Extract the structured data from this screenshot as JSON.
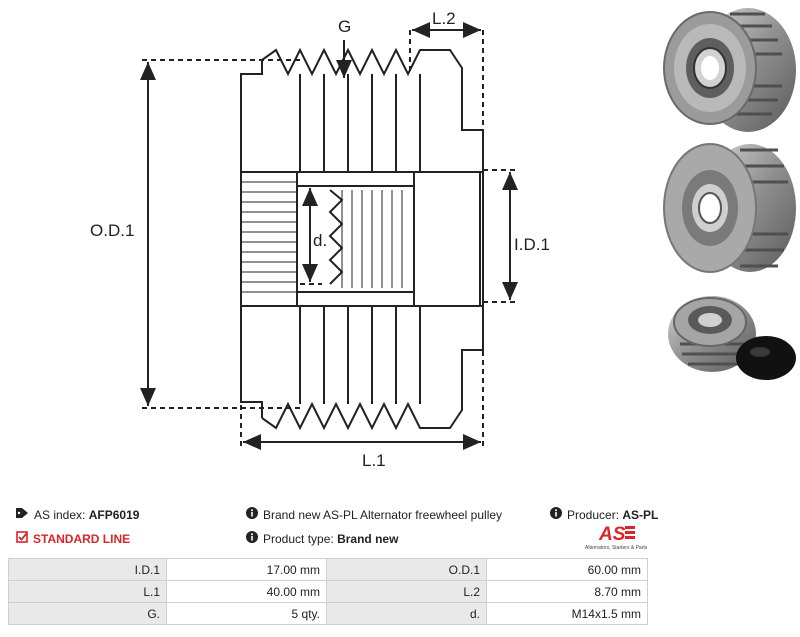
{
  "drawing": {
    "labels": {
      "g": "G",
      "l2": "L.2",
      "od1": "O.D.1",
      "id1": "I.D.1",
      "d": "d.",
      "l1": "L.1"
    }
  },
  "info": {
    "as_index_label": "AS index:",
    "as_index_value": "AFP6019",
    "standard_line": "STANDARD LINE",
    "description": "Brand new AS-PL Alternator freewheel pulley",
    "product_type_label": "Product type:",
    "product_type_value": "Brand new",
    "producer_label": "Producer:",
    "producer_value": "AS-PL",
    "logo_text": "AS",
    "logo_tagline": "Alternators, Starters & Parts"
  },
  "specs": [
    {
      "l1": "I.D.1",
      "v1": "17.00 mm",
      "l2": "O.D.1",
      "v2": "60.00 mm"
    },
    {
      "l1": "L.1",
      "v1": "40.00 mm",
      "l2": "L.2",
      "v2": "8.70 mm"
    },
    {
      "l1": "G.",
      "v1": "5 qty.",
      "l2": "d.",
      "v2": "M14x1.5 mm"
    }
  ],
  "colors": {
    "accent_red": "#d9262b",
    "table_label_bg": "#e9e9e9",
    "line": "#222222"
  }
}
